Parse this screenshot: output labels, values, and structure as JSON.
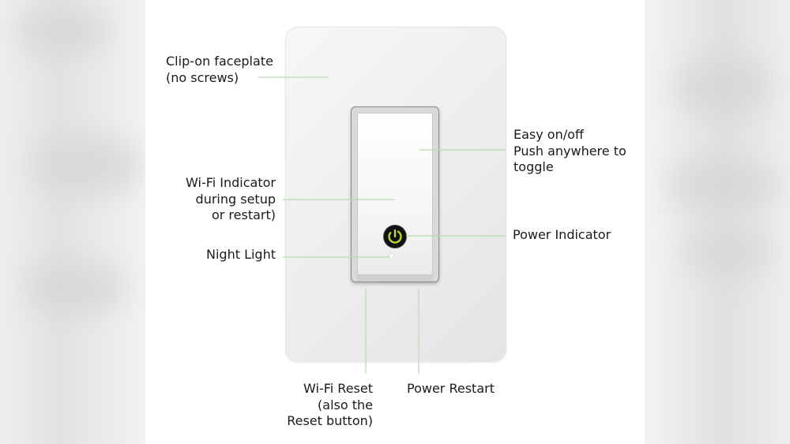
{
  "labels": {
    "faceplate": [
      "Clip-on faceplate",
      "(no screws)"
    ],
    "easy": [
      "Easy on/off",
      "Push anywhere to",
      "toggle"
    ],
    "wifi_indicator": [
      "Wi-Fi Indicator",
      "during setup",
      "or restart)"
    ],
    "power_indicator": [
      "Power Indicator"
    ],
    "night_light": [
      "Night Light"
    ],
    "wifi_reset": [
      "Wi-Fi Reset",
      "(also the",
      "Reset button)"
    ],
    "power_restart": [
      "Power Restart"
    ]
  },
  "colors": {
    "leader_line": "#b9dcb0",
    "power_glow": "#b8d830"
  }
}
